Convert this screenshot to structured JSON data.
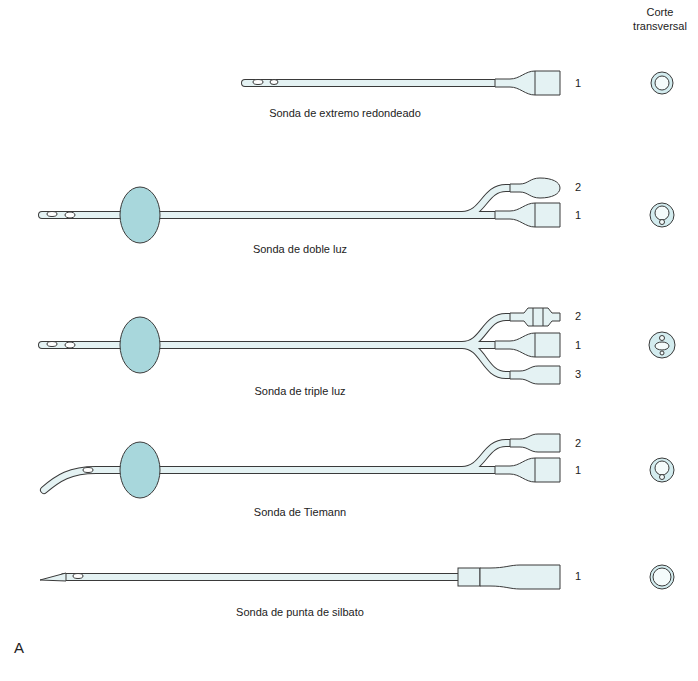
{
  "diagram": {
    "labels": [
      "Corte transversal",
      "1",
      "Sonda de extremo redondeado",
      "2",
      "1",
      "Sonda de doble luz",
      "2",
      "1",
      "3",
      "Sonda de triple luz",
      "2",
      "1",
      "Sonda de Tiemann",
      "1",
      "Sonda de punta de silbato",
      "A"
    ]
  }
}
